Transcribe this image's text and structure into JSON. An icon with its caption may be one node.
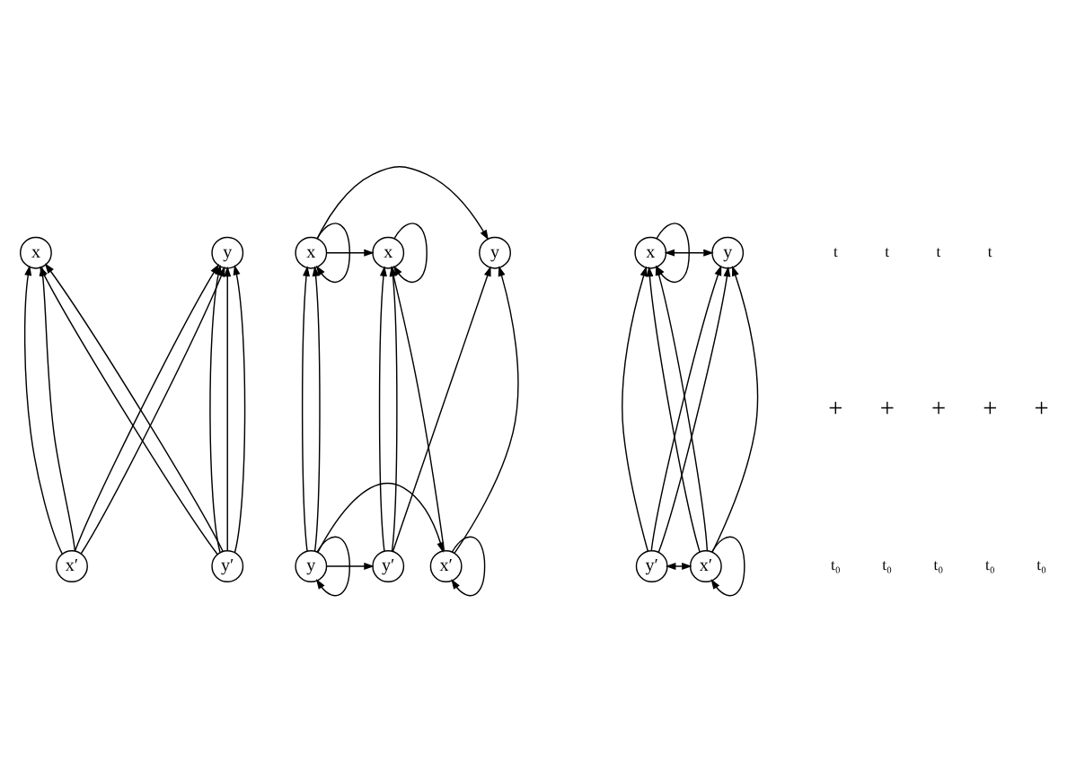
{
  "diagram": {
    "nodes": [
      {
        "text": [
          "x"
        ]
      },
      {
        "text": [
          "y"
        ]
      },
      {
        "text": [
          "x"
        ]
      },
      {
        "text": [
          "x"
        ]
      },
      {
        "text": [
          "y"
        ]
      },
      {
        "text": [
          "x"
        ]
      },
      {
        "text": [
          "y"
        ]
      },
      {
        "text": [
          "x′"
        ]
      },
      {
        "text": [
          "y′"
        ]
      },
      {
        "text": [
          "x′"
        ]
      },
      {
        "text": [
          "y"
        ]
      },
      {
        "text": [
          "y′"
        ]
      },
      {
        "text": [
          "x′"
        ]
      },
      {
        "text": [
          "y′"
        ]
      }
    ],
    "edges": [
      {
        "from": 7,
        "to": 0,
        "arrow": "to"
      },
      {
        "from": 7,
        "to": 0,
        "arrow": "to"
      },
      {
        "from": 7,
        "to": 1,
        "arrow": "to"
      },
      {
        "from": 7,
        "to": 1,
        "arrow": "to"
      },
      {
        "from": 8,
        "to": 0,
        "arrow": "to"
      },
      {
        "from": 8,
        "to": 0,
        "arrow": "to"
      },
      {
        "from": 8,
        "to": 1,
        "arrow": "to"
      },
      {
        "from": 8,
        "to": 1,
        "arrow": "to"
      },
      {
        "from": 8,
        "to": 1,
        "arrow": "to"
      },
      {
        "from": 2,
        "to": 2,
        "arrow": "to"
      },
      {
        "from": 3,
        "to": 3,
        "arrow": "to"
      },
      {
        "from": 3,
        "to": 2,
        "arrow": "to"
      },
      {
        "from": 3,
        "to": 4,
        "arrow": "to"
      },
      {
        "from": 9,
        "to": 2,
        "arrow": "to"
      },
      {
        "from": 9,
        "to": 4,
        "arrow": "to"
      },
      {
        "from": 10,
        "to": 3,
        "arrow": "to"
      },
      {
        "from": 10,
        "to": 3,
        "arrow": "to"
      },
      {
        "from": 11,
        "to": 2,
        "arrow": "to"
      },
      {
        "from": 11,
        "to": 2,
        "arrow": "to"
      },
      {
        "from": 11,
        "to": 4,
        "arrow": "to"
      },
      {
        "from": 9,
        "to": 9,
        "arrow": "to"
      },
      {
        "from": 10,
        "to": 10,
        "arrow": "to"
      },
      {
        "from": 10,
        "to": 9,
        "arrow": "to"
      },
      {
        "from": 10,
        "to": 11,
        "arrow": "to"
      },
      {
        "from": 5,
        "to": 5,
        "arrow": "to"
      },
      {
        "from": 5,
        "to": 6,
        "arrow": "both"
      },
      {
        "from": 12,
        "to": 5,
        "arrow": "to"
      },
      {
        "from": 12,
        "to": 5,
        "arrow": "to"
      },
      {
        "from": 12,
        "to": 6,
        "arrow": "to"
      },
      {
        "from": 13,
        "to": 5,
        "arrow": "to"
      },
      {
        "from": 13,
        "to": 6,
        "arrow": "to"
      },
      {
        "from": 13,
        "to": 6,
        "arrow": "to"
      },
      {
        "from": 12,
        "to": 12,
        "arrow": "to"
      },
      {
        "from": 13,
        "to": 12,
        "arrow": "both"
      }
    ],
    "labels": [
      "t",
      "t",
      "t",
      "t",
      "+",
      "+",
      "+",
      "+",
      "+",
      "t₀",
      "t₀",
      "t₀",
      "t₀",
      "t₀"
    ]
  }
}
